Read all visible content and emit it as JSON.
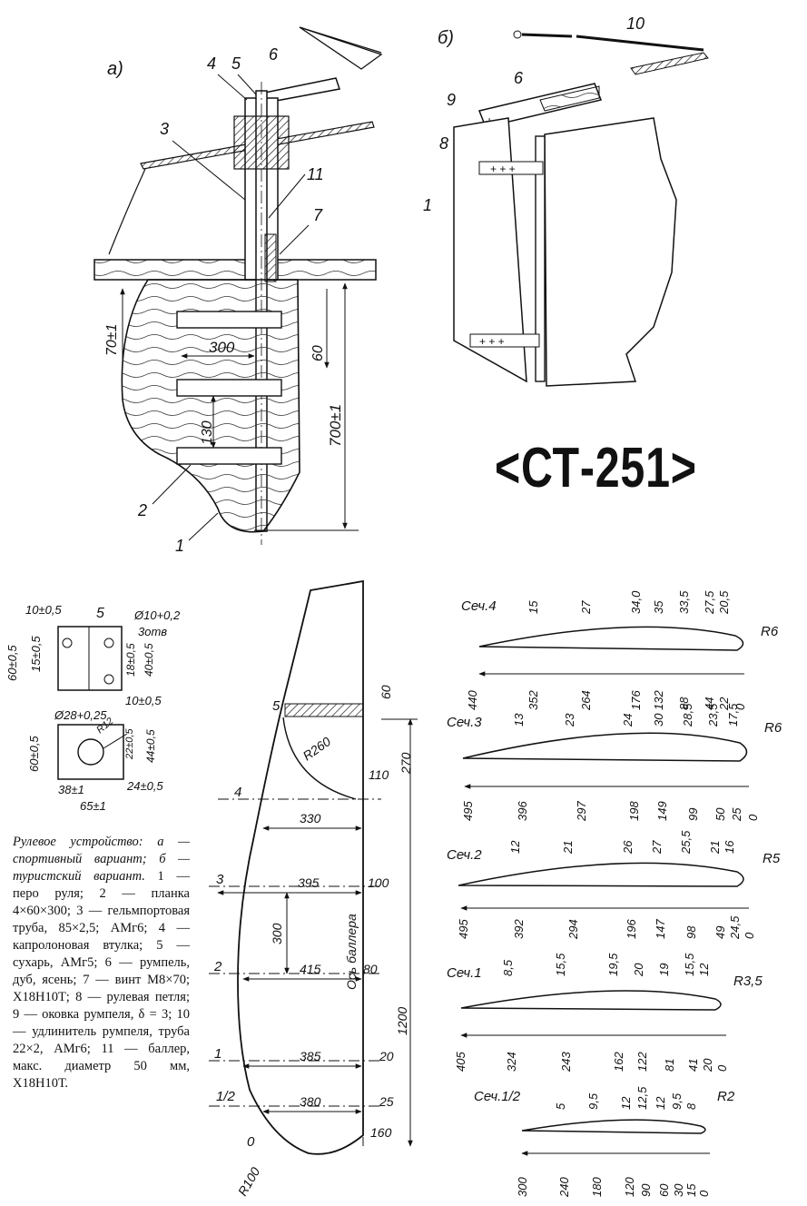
{
  "brand": "<СТ-251>",
  "view_labels": {
    "a": "а)",
    "b": "б)"
  },
  "view_a": {
    "callouts": [
      "4",
      "5",
      "6",
      "3",
      "11",
      "7",
      "2",
      "1"
    ],
    "dims": {
      "d70": "70±1",
      "d300": "300",
      "d60": "60",
      "d130": "130",
      "d700": "700±1"
    }
  },
  "view_b": {
    "callouts": [
      "10",
      "6",
      "9",
      "8",
      "1"
    ]
  },
  "part5": {
    "callout": "5",
    "dims": [
      "10±0,5",
      "Ø10+0,2",
      "3отв",
      "60±0,5",
      "15±0,5",
      "18±0,5",
      "40±0,5",
      "10±0,5"
    ]
  },
  "part9": {
    "dims": [
      "Ø28+0,25",
      "R12",
      "22±0,5",
      "44±0,5",
      "60±0,5",
      "38±1",
      "24±0,5",
      "65±1"
    ]
  },
  "rudder": {
    "station_labels": [
      "5",
      "4",
      "3",
      "2",
      "1",
      "1/2",
      "0"
    ],
    "dims": [
      "60",
      "R260",
      "110",
      "270",
      "330",
      "395",
      "100",
      "300",
      "415",
      "80",
      "1200",
      "385",
      "20",
      "380",
      "25",
      "160",
      "R100"
    ],
    "axis_label": "Ось баллера"
  },
  "sections": [
    {
      "title": "Сеч.4",
      "stations": [
        "440",
        "352",
        "264",
        "176",
        "132",
        "88",
        "44",
        "22",
        "0"
      ],
      "thickness": [
        "15",
        "27",
        "34,0",
        "35",
        "33,5",
        "27,5",
        "20,5"
      ],
      "radius": "R6"
    },
    {
      "title": "Сеч.3",
      "stations": [
        "495",
        "396",
        "297",
        "198",
        "149",
        "99",
        "50",
        "25",
        "0"
      ],
      "thickness": [
        "13",
        "23",
        "24",
        "30",
        "28,5",
        "23,5",
        "17,5"
      ],
      "radius": "R6"
    },
    {
      "title": "Сеч.2",
      "stations": [
        "495",
        "392",
        "294",
        "196",
        "147",
        "98",
        "49",
        "24,5",
        "0"
      ],
      "thickness": [
        "12",
        "21",
        "26",
        "27",
        "25,5",
        "21",
        "16"
      ],
      "radius": "R5"
    },
    {
      "title": "Сеч.1",
      "stations": [
        "405",
        "324",
        "243",
        "162",
        "122",
        "81",
        "41",
        "20",
        "0"
      ],
      "thickness": [
        "8,5",
        "15,5",
        "19,5",
        "20",
        "19",
        "15,5",
        "12"
      ],
      "radius": "R3,5"
    },
    {
      "title": "Сеч.1/2",
      "stations": [
        "300",
        "240",
        "180",
        "120",
        "90",
        "60",
        "30",
        "15",
        "0"
      ],
      "thickness": [
        "5",
        "9,5",
        "12",
        "12,5",
        "12",
        "9,5",
        "8"
      ],
      "radius": "R2"
    }
  ],
  "caption": {
    "title": "Рулевое устройство: а — спортивный вариант; б — туристский вариант.",
    "items": "1 — перо руля; 2 — планка 4×60×300; 3 — гельмпортовая труба, 85×2,5; АМг6; 4 — капролоновая втулка; 5 — сухарь, АМг5; 6 — румпель, дуб, ясень; 7 — винт М8×70; Х18Н10Т; 8 — рулевая петля; 9 — оковка румпеля, δ = 3; 10 — удлинитель румпеля, труба 22×2, АМг6; 11 — баллер, макс. диаметр 50 мм, Х18Н10Т."
  }
}
